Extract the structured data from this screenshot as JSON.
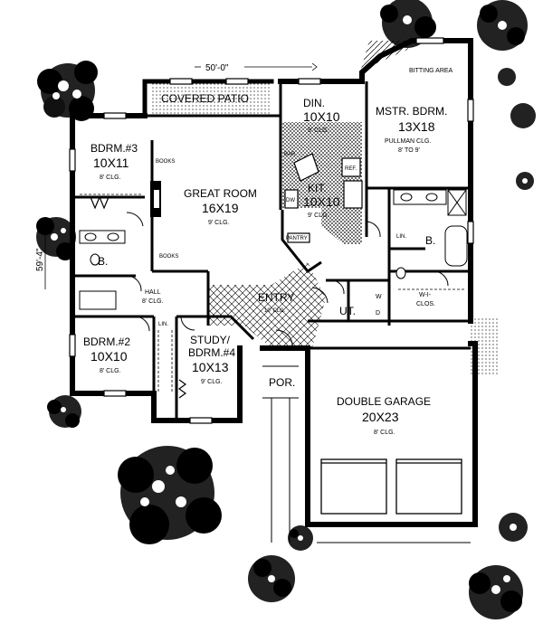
{
  "dimensions": {
    "width": "50'-0\"",
    "depth": "59'-4\""
  },
  "rooms": {
    "covered_patio": {
      "name": "COVERED PATIO"
    },
    "din": {
      "name": "DIN.",
      "size": "10X10",
      "ceiling": "9' CLG."
    },
    "mstr_bdrm": {
      "name": "MSTR. BDRM.",
      "size": "13X18",
      "ceiling": "PULLMAN CLG.",
      "ceiling2": "8' TO 9'"
    },
    "bitting_area": {
      "name": "BITTING AREA"
    },
    "bdrm3": {
      "name": "BDRM.#3",
      "size": "10X11",
      "ceiling": "8' CLG."
    },
    "great_room": {
      "name": "GREAT ROOM",
      "size": "16X19",
      "ceiling": "9' CLG."
    },
    "kit": {
      "name": "KIT.",
      "size": "10X10",
      "ceiling": "9' CLG."
    },
    "entry": {
      "name": "ENTRY",
      "ceiling": "10' CLG."
    },
    "hall": {
      "name": "HALL",
      "ceiling": "8' CLG."
    },
    "bdrm2": {
      "name": "BDRM.#2",
      "size": "10X10",
      "ceiling": "8' CLG."
    },
    "study": {
      "name": "STUDY/",
      "name2": "BDRM.#4",
      "size": "10X13",
      "ceiling": "9' CLG."
    },
    "por": {
      "name": "POR."
    },
    "garage": {
      "name": "DOUBLE GARAGE",
      "size": "20X23",
      "ceiling": "8' CLG."
    },
    "wi_clos": {
      "name": "W-I-",
      "name2": "CLOS."
    }
  },
  "fixtures": {
    "books_top": "BOOKS",
    "books_bottom": "BOOKS",
    "bar": "BAR",
    "ref": "REF.",
    "dw": "DW",
    "pantry": "PANTRY",
    "bath_main": "B.",
    "bath_master": "B.",
    "lin_master": "LIN.",
    "lin_hall": "LIN.",
    "washer": "W",
    "dryer": "D",
    "utility": "UT."
  }
}
